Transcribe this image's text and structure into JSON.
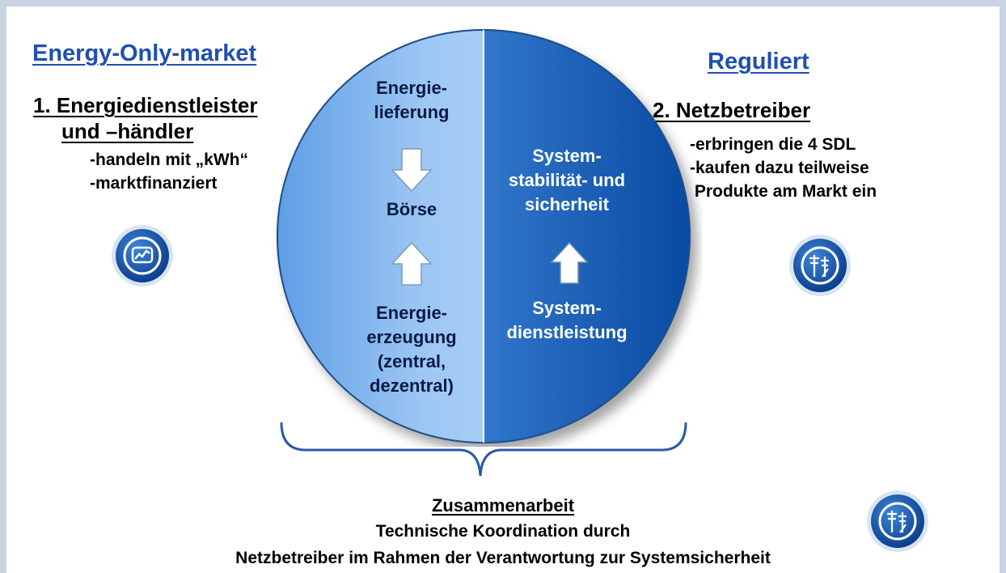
{
  "left": {
    "market_title": "Energy-Only-market",
    "role_line1": "1.  Energiedienstleister",
    "role_line2": "und –händler",
    "bullets": [
      "-handeln mit „kWh“",
      "-marktfinanziert"
    ],
    "icon": "market-chart-icon"
  },
  "right": {
    "market_title": "Reguliert",
    "role_line1": "2.   Netzbetreiber",
    "bullets": [
      "-erbringen die 4 SDL",
      "-kaufen dazu teilweise",
      " Produkte am Markt ein"
    ],
    "icon": "power-grid-icon"
  },
  "circle": {
    "left_half": {
      "top": [
        "Energie-",
        "lieferung"
      ],
      "middle": "Börse",
      "bottom": [
        "Energie-",
        "erzeugung",
        "(zentral,",
        "dezentral)"
      ]
    },
    "right_half": {
      "top": [
        "System-",
        "stabilität- und",
        "sicherheit"
      ],
      "bottom": [
        "System-",
        "dienstleistung"
      ]
    },
    "colors": {
      "left_light": "#cfe3fb",
      "left_mid": "#8fbdf0",
      "right_dark": "#0b4fa8",
      "border": "#1f4f86"
    }
  },
  "bottom": {
    "heading": "Zusammenarbeit",
    "line1": "Technische Koordination durch",
    "line2": "Netzbetreiber im Rahmen der Verantwortung zur Systemsicherheit",
    "icon": "power-grid-icon"
  }
}
